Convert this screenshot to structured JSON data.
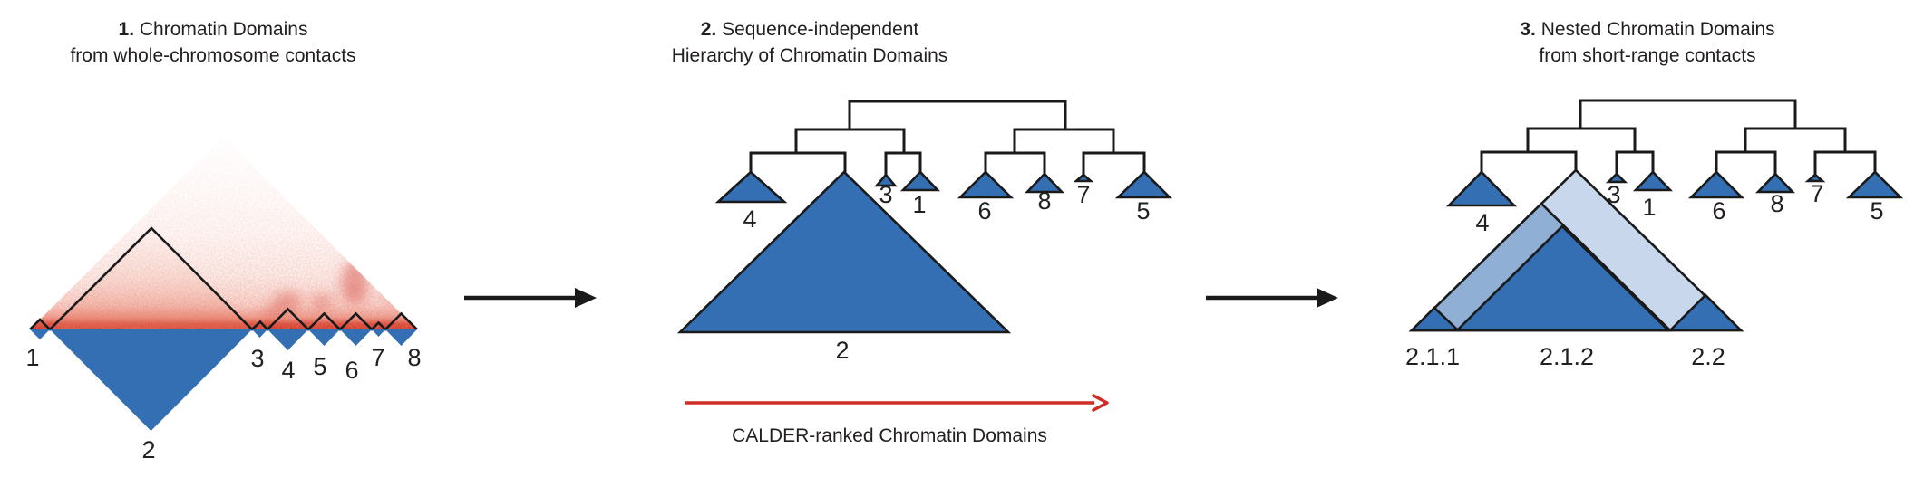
{
  "colors": {
    "domain_blue": "#336fb2",
    "nested_medium_blue": "#8fafd4",
    "nested_light_blue": "#c9d7ec",
    "heatmap_red": "#d43122",
    "arrow_red": "#cf2e26",
    "line_black": "#1a1a1a",
    "text": "#231f20"
  },
  "panel1": {
    "title": {
      "num": "1.",
      "rest": "Chromatin Domains",
      "line2": "from whole-chromosome contacts"
    },
    "labels": {
      "d1": "1",
      "d2": "2",
      "d3": "3",
      "d4": "4",
      "d5": "5",
      "d6": "6",
      "d7": "7",
      "d8": "8"
    }
  },
  "panel2": {
    "title": {
      "num": "2.",
      "rest": "Sequence-independent",
      "line2": "Hierarchy of Chromatin Domains"
    },
    "labels": {
      "d4": "4",
      "d2": "2",
      "d3": "3",
      "d1": "1",
      "d6": "6",
      "d8": "8",
      "d7": "7",
      "d5": "5"
    }
  },
  "panel3": {
    "title": {
      "num": "3.",
      "rest": "Nested Chromatin Domains",
      "line2": "from short-range contacts"
    },
    "labels": {
      "d4": "4",
      "d3": "3",
      "d1": "1",
      "d6": "6",
      "d8": "8",
      "d7": "7",
      "d5": "5"
    },
    "nested": {
      "n211": "2.1.1",
      "n212": "2.1.2",
      "n22": "2.2"
    }
  },
  "flow_label": "CALDER-ranked Chromatin Domains"
}
